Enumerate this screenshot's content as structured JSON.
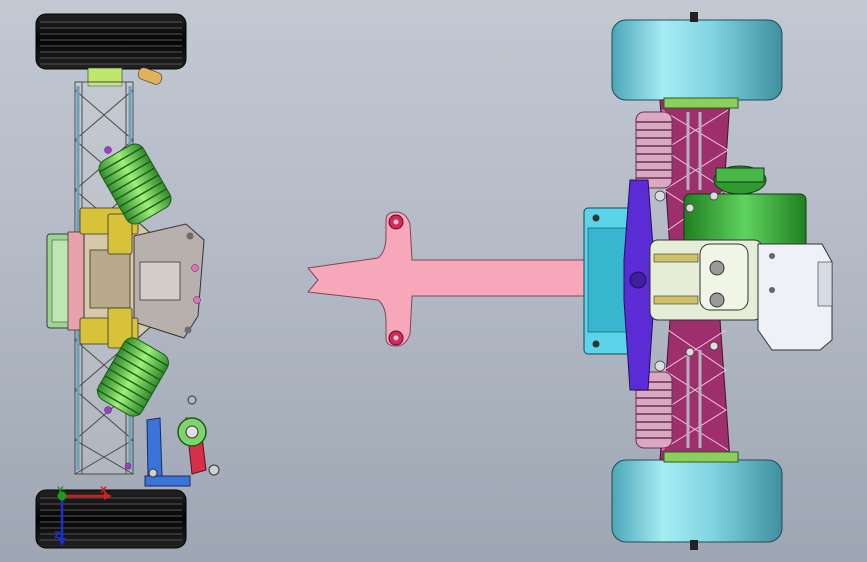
{
  "viewport": {
    "background_top": "#c3c9d3",
    "background_bottom": "#9ea6b3"
  },
  "triad": {
    "x_label": "X",
    "y_label": "Y",
    "z_label": "Z",
    "x_color": "#d12020",
    "y_color": "#1c9a1c",
    "z_color": "#1a2fd6"
  },
  "colors": {
    "tire": "#111111",
    "spring": "#5fc93a",
    "chassis_plate": "#f4a6b6",
    "uncut_tire": "#7fd3e0",
    "motor": "#3aa33a",
    "bracket": "#5b2bd6",
    "lower_arm": "#8a3a7a",
    "gold_mount": "#d8c23a"
  }
}
